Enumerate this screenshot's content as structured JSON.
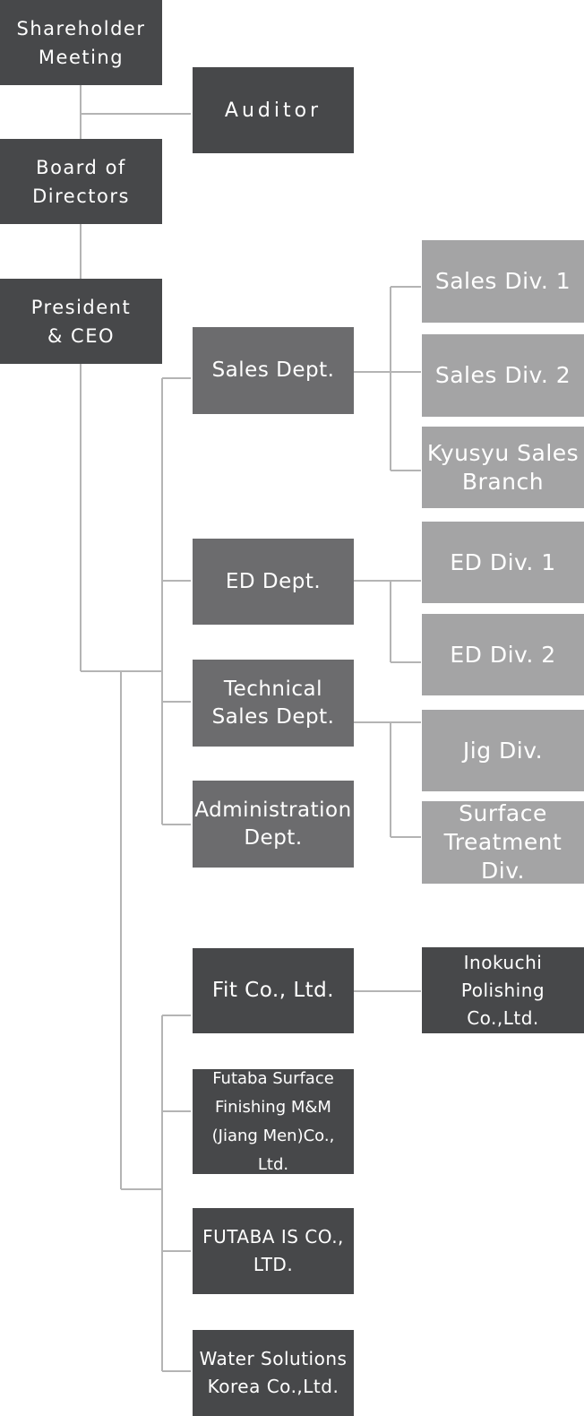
{
  "org": {
    "shareholder_meeting": "Shareholder\nMeeting",
    "auditor": "Auditor",
    "board_of_directors": "Board of\nDirectors",
    "president_ceo": "President\n& CEO",
    "sales_dept": "Sales Dept.",
    "ed_dept": "ED Dept.",
    "technical_sales_dept": "Technical\nSales Dept.",
    "administration_dept": "Administration\nDept.",
    "sales_div_1": "Sales Div. 1",
    "sales_div_2": "Sales Div. 2",
    "kyusyu_sales_branch": "Kyusyu Sales\nBranch",
    "ed_div_1": "ED Div. 1",
    "ed_div_2": "ED Div. 2",
    "jig_div": "Jig Div.",
    "surface_treatment_div": "Surface\nTreatment Div.",
    "fit_co": "Fit Co., Ltd.",
    "inokuchi_polishing": "Inokuchi\nPolishing\nCo.,Ltd.",
    "futaba_surface_finishing": "Futaba Surface\nFinishing M&M\n(Jiang Men)Co., Ltd.",
    "futaba_is": "FUTABA IS CO.,\nLTD.",
    "water_solutions_korea": "Water Solutions\nKorea Co.,Ltd."
  },
  "colors": {
    "executive": "#47484a",
    "department": "#6c6c6e",
    "division": "#a4a4a5",
    "connector": "#b4b4b4"
  }
}
